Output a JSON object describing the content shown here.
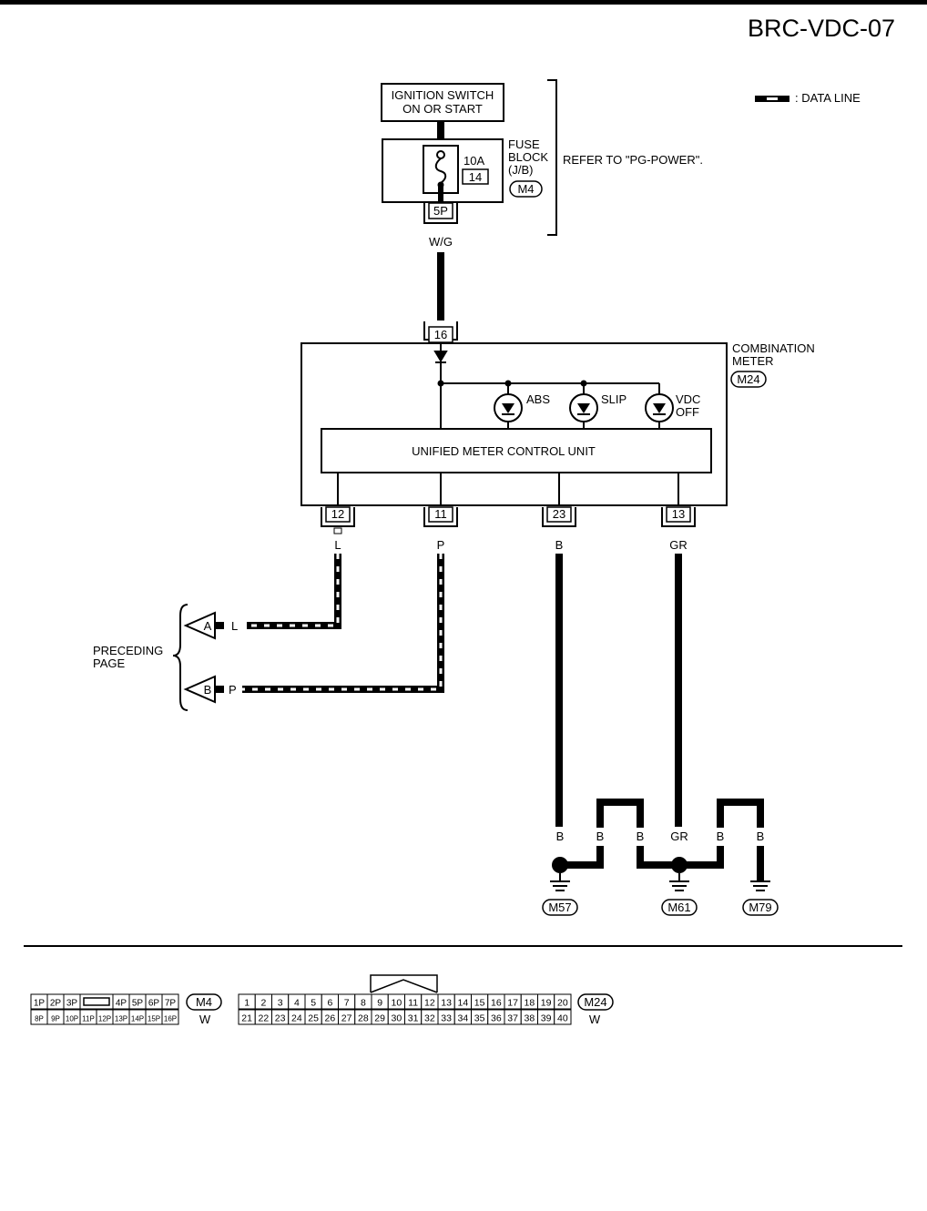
{
  "page_id": "BRC-VDC-07",
  "legend": {
    "data_line": ": DATA LINE"
  },
  "ignition": {
    "line1": "IGNITION SWITCH",
    "line2": "ON OR START"
  },
  "fuse": {
    "title1": "FUSE",
    "title2": "BLOCK",
    "title3": "(J/B)",
    "amp": "10A",
    "number": "14",
    "connector": "M4",
    "terminal": "5P",
    "wire": "W/G"
  },
  "refer": "REFER TO \"PG-POWER\".",
  "meter": {
    "title1": "COMBINATION",
    "title2": "METER",
    "connector": "M24",
    "power_terminal": "16",
    "unit": "UNIFIED METER CONTROL UNIT",
    "lamps": {
      "abs": "ABS",
      "slip": "SLIP",
      "vdc1": "VDC",
      "vdc2": "OFF"
    },
    "terminals": [
      "12",
      "11",
      "23",
      "13"
    ],
    "wires": [
      "L",
      "P",
      "B",
      "GR"
    ]
  },
  "preceding": {
    "line1": "PRECEDING",
    "line2": "PAGE",
    "conn_a": "A",
    "wire_a": "L",
    "conn_b": "B",
    "wire_b": "P"
  },
  "ground": {
    "wires": [
      "B",
      "B",
      "B",
      "GR",
      "B",
      "B"
    ],
    "connectors": [
      "M57",
      "M61",
      "M79"
    ]
  },
  "connector_views": {
    "m4": {
      "id": "M4",
      "color": "W",
      "row1": [
        "1P",
        "2P",
        "3P",
        "",
        "4P",
        "5P",
        "6P",
        "7P"
      ],
      "row2": [
        "8P",
        "9P",
        "10P",
        "11P",
        "12P",
        "13P",
        "14P",
        "15P",
        "16P"
      ]
    },
    "m24": {
      "id": "M24",
      "color": "W",
      "row1": [
        "1",
        "2",
        "3",
        "4",
        "5",
        "6",
        "7",
        "8",
        "9",
        "10",
        "11",
        "12",
        "13",
        "14",
        "15",
        "16",
        "17",
        "18",
        "19",
        "20"
      ],
      "row2": [
        "21",
        "22",
        "23",
        "24",
        "25",
        "26",
        "27",
        "28",
        "29",
        "30",
        "31",
        "32",
        "33",
        "34",
        "35",
        "36",
        "37",
        "38",
        "39",
        "40"
      ]
    }
  }
}
